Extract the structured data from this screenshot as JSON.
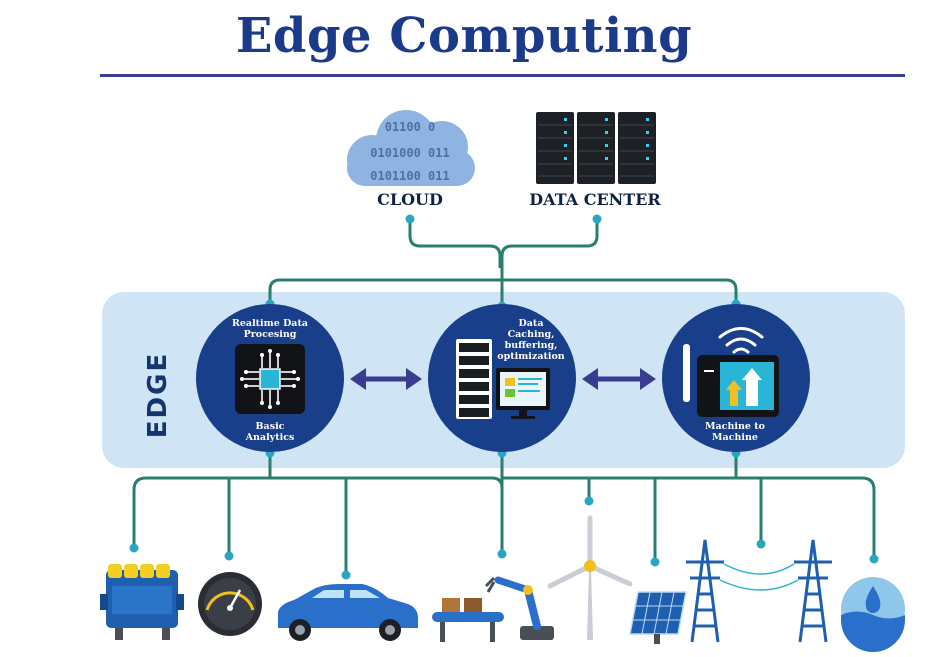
{
  "title": "Edge Computing",
  "top": {
    "cloud_label": "CLOUD",
    "datacenter_label": "DATA CENTER"
  },
  "edge_label": "EDGE",
  "nodes": {
    "left": {
      "top_text": "Realtime Data Procesing",
      "bottom_text": "Basic Analytics"
    },
    "center": {
      "text": "Data Caching, buffering, optimization"
    },
    "right": {
      "text": "Machine to Machine"
    }
  },
  "cloud_binary": [
    "01100 0",
    "0101000 011",
    "0101100 011"
  ],
  "colors": {
    "title": "#1b3a8a",
    "connector": "#2a7d6f",
    "node": "#1a3f8a",
    "band": "#cfe4f4",
    "arrow": "#3a3d8f"
  },
  "devices": [
    "engine",
    "gauge",
    "car",
    "robot-arm",
    "wind-turbine",
    "solar-panel",
    "power-lines",
    "water-drop"
  ]
}
